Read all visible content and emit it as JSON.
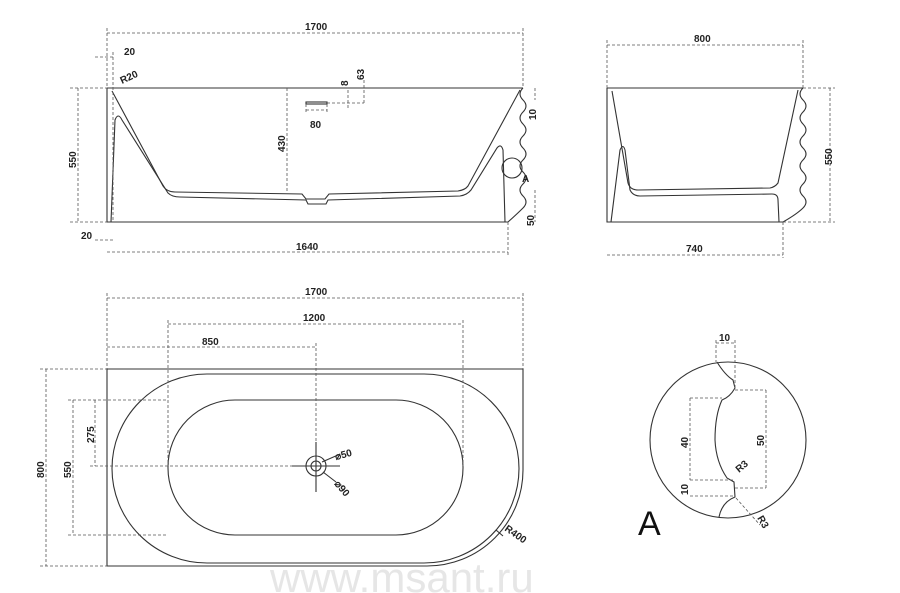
{
  "front_view": {
    "width_total": "1700",
    "offset_top": "20",
    "radius_top": "R20",
    "height": "550",
    "depth": "430",
    "overflow_width": "80",
    "overflow_height": "8",
    "overflow_offset": "63",
    "wave_top": "10",
    "detail_marker": "A",
    "wave_bottom": "50",
    "offset_bottom": "20",
    "width_bottom": "1640"
  },
  "side_view": {
    "width_top": "800",
    "height": "550",
    "width_bottom": "740"
  },
  "plan_view": {
    "length": "1700",
    "inner_length": "1200",
    "drain_offset": "850",
    "width": "800",
    "inner_width": "550",
    "half_inner_width": "275",
    "drain_inner": "⌀50",
    "drain_outer": "⌀90",
    "corner_radius": "R400"
  },
  "detail_a": {
    "label": "A",
    "wave_depth": "10",
    "inner_span": "40",
    "outer_span": "50",
    "radius_inner": "R3",
    "step": "10",
    "radius_outer": "R3"
  },
  "watermark": "www.msant.ru"
}
